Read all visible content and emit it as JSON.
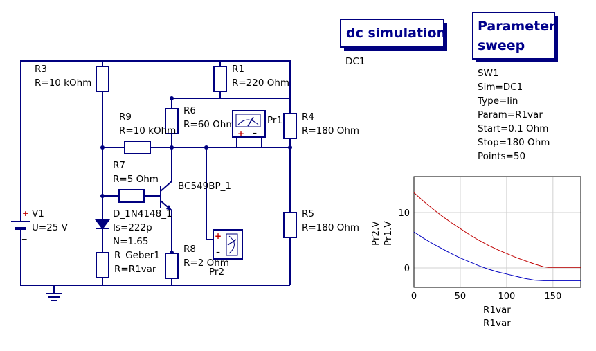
{
  "colors": {
    "wire": "#00007f",
    "accent_red": "#c00000",
    "series_red": "#c00000",
    "series_blue": "#0000c0",
    "grid": "#d0d0d0"
  },
  "components": {
    "R3": {
      "name": "R3",
      "value": "R=10 kOhm"
    },
    "R1": {
      "name": "R1",
      "value": "R=220 Ohm"
    },
    "R9": {
      "name": "R9",
      "value": "R=10 kOhm"
    },
    "R6": {
      "name": "R6",
      "value": "R=60 Ohm"
    },
    "R4": {
      "name": "R4",
      "value": "R=180 Ohm"
    },
    "R7": {
      "name": "R7",
      "value": "R=5 Ohm"
    },
    "R5": {
      "name": "R5",
      "value": "R=180 Ohm"
    },
    "R8": {
      "name": "R8",
      "value": "R=2 Ohm"
    },
    "Rg": {
      "name": "R_Geber1",
      "value": "R=R1var"
    },
    "V1": {
      "name": "V1",
      "value": "U=25 V"
    },
    "D1": {
      "name": "D_1N4148_1",
      "is": "Is=222p",
      "n": "N=1.65"
    },
    "Q1": {
      "name": "BC549BP_1"
    },
    "Pr1": {
      "name": "Pr1"
    },
    "Pr2": {
      "name": "Pr2"
    }
  },
  "dc_sim": {
    "title": "dc simulation",
    "name": "DC1"
  },
  "sweep": {
    "title_line1": "Parameter",
    "title_line2": "sweep",
    "props": [
      "SW1",
      "Sim=DC1",
      "Type=lin",
      "Param=R1var",
      "Start=0.1 Ohm",
      "Stop=180 Ohm",
      "Points=50"
    ]
  },
  "chart_data": {
    "type": "line",
    "xlabels": [
      "R1var",
      "R1var"
    ],
    "ylabels": [
      "Pr2.V",
      "Pr1.V"
    ],
    "xlim": [
      0,
      180
    ],
    "ylim": [
      -3.5,
      16.5
    ],
    "xticks": [
      0,
      50,
      100,
      150
    ],
    "yticks": [
      0,
      10
    ],
    "grid": true,
    "series": [
      {
        "name": "Pr2.V",
        "color": "#c00000",
        "x": [
          0,
          10,
          20,
          30,
          40,
          50,
          60,
          70,
          80,
          90,
          100,
          110,
          120,
          130,
          140,
          145,
          150,
          160,
          170,
          180
        ],
        "y": [
          13.6,
          12.1,
          10.7,
          9.4,
          8.2,
          7.1,
          6.0,
          5.0,
          4.1,
          3.3,
          2.6,
          1.9,
          1.3,
          0.7,
          0.2,
          0.1,
          0.1,
          0.1,
          0.1,
          0.1
        ]
      },
      {
        "name": "Pr1.V",
        "color": "#0000c0",
        "x": [
          0,
          10,
          20,
          30,
          40,
          50,
          60,
          70,
          80,
          90,
          100,
          110,
          120,
          130,
          140,
          145,
          150,
          160,
          170,
          180
        ],
        "y": [
          6.5,
          5.4,
          4.4,
          3.5,
          2.6,
          1.8,
          1.1,
          0.4,
          -0.2,
          -0.7,
          -1.1,
          -1.5,
          -1.9,
          -2.2,
          -2.3,
          -2.3,
          -2.3,
          -2.3,
          -2.3,
          -2.3
        ]
      }
    ]
  }
}
